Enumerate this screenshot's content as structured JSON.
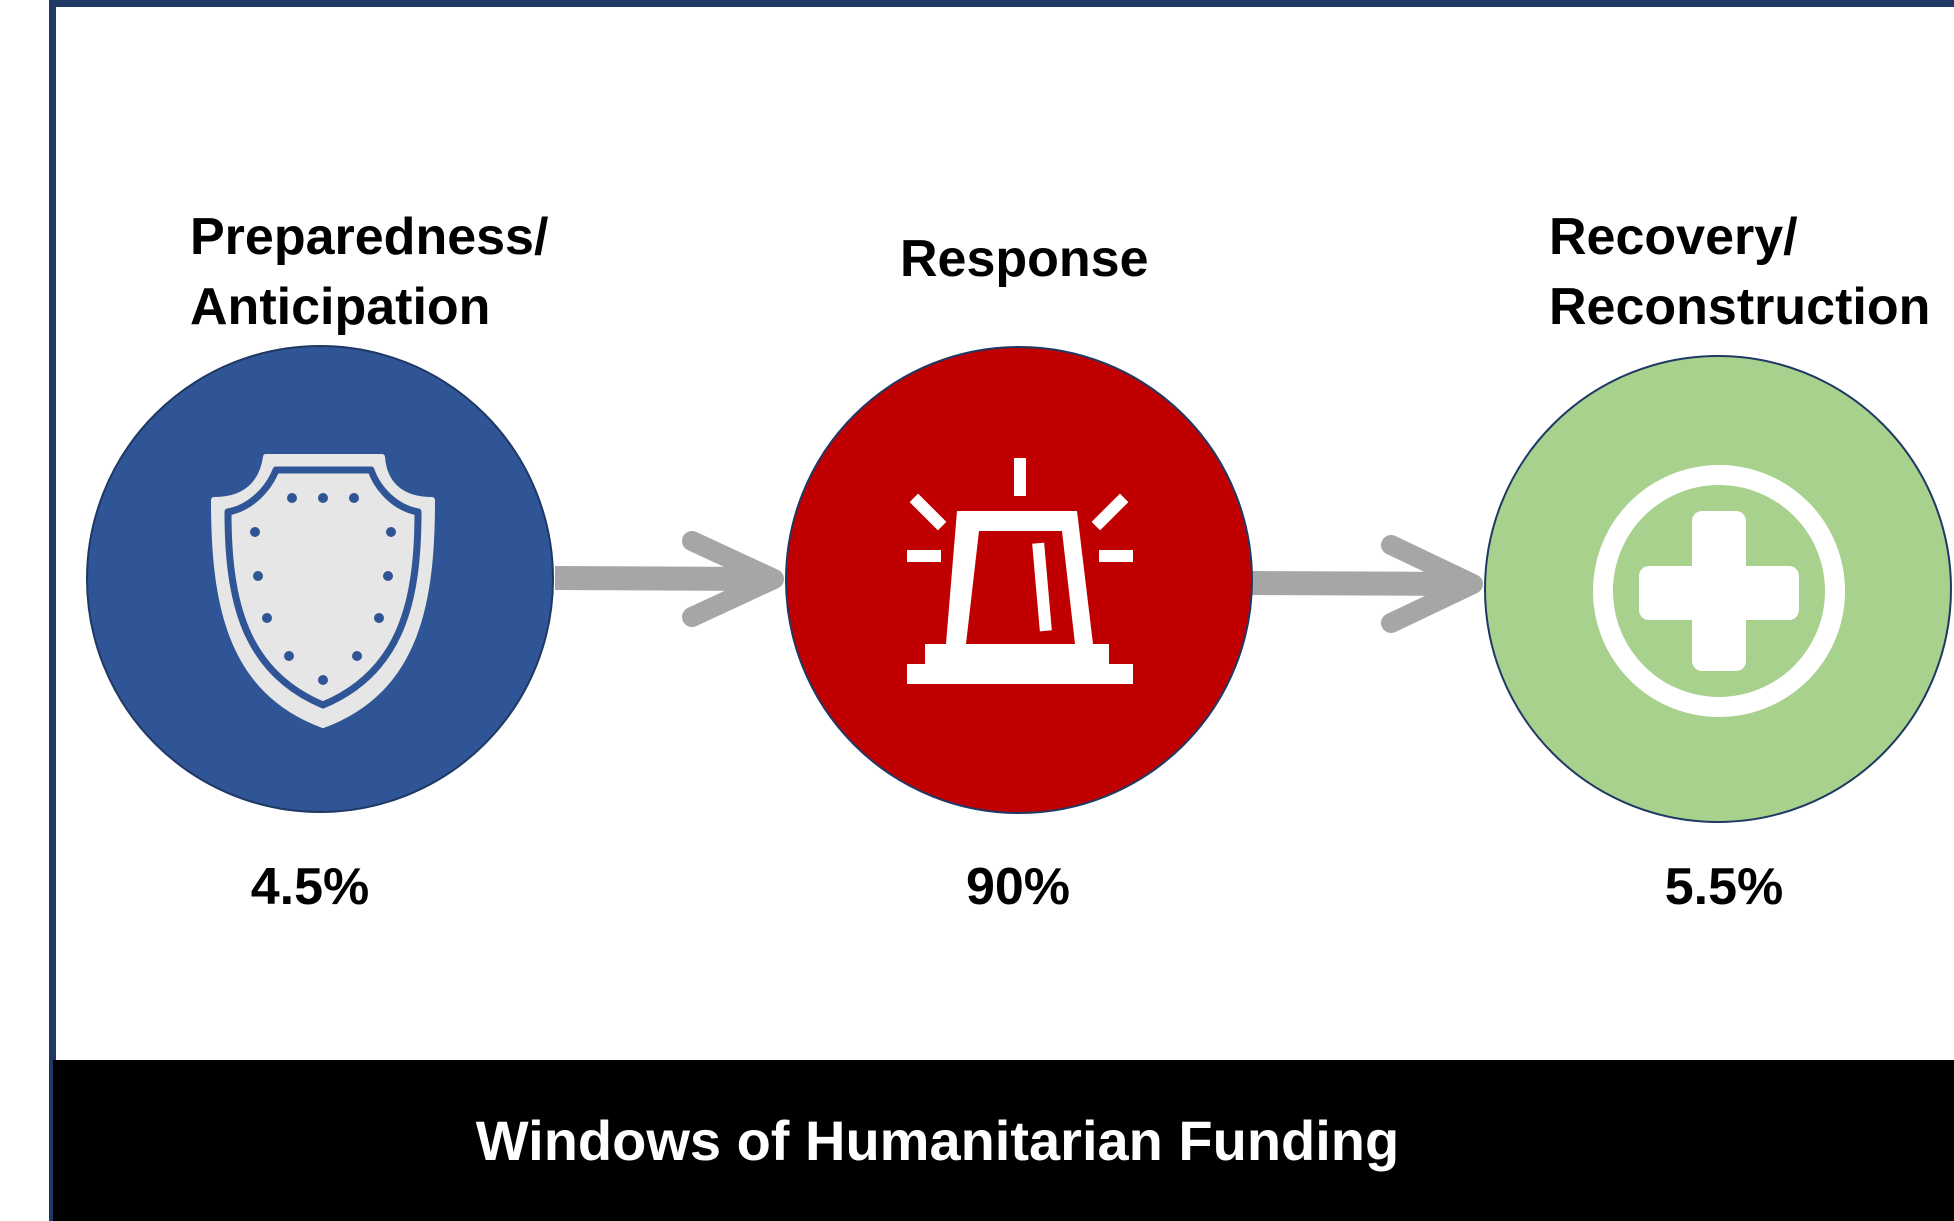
{
  "colors": {
    "frame": "#1f3864",
    "preparedness": "#2f5597",
    "response": "#c00000",
    "recovery": "#a9d18e",
    "arrow": "#a6a6a6",
    "icon": "#e6e6e6",
    "footer": "#000000"
  },
  "stages": [
    {
      "title_lines": [
        "Preparedness/",
        "Anticipation"
      ],
      "value": "4.5%",
      "icon": "shield-icon"
    },
    {
      "title_lines": [
        "Response"
      ],
      "value": "90%",
      "icon": "siren-icon"
    },
    {
      "title_lines": [
        "Recovery/",
        "Reconstruction"
      ],
      "value": "5.5%",
      "icon": "medical-cross-icon"
    }
  ],
  "footer": {
    "title": "Windows of Humanitarian Funding"
  }
}
